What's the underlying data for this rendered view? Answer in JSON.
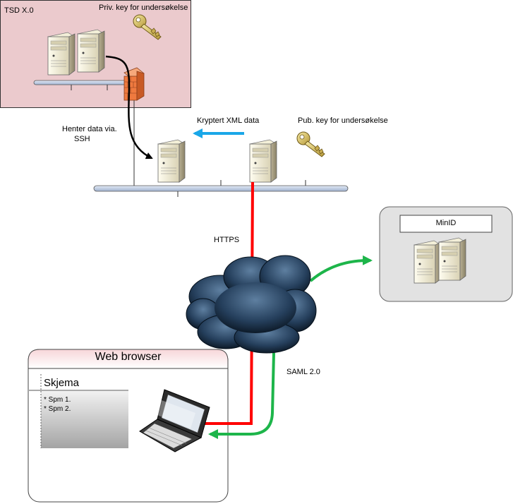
{
  "tsd": {
    "title": "TSD X.0",
    "private_key_label": "Priv. key for undersøkelse"
  },
  "ssh_label": {
    "line1": "Henter data via.",
    "line2": "SSH"
  },
  "xml_label": "Kryptert XML data",
  "public_key_label": "Pub. key for undersøkelse",
  "https_label": "HTTPS",
  "saml_label": "SAML 2.0",
  "minid": {
    "title": "MinID"
  },
  "browser": {
    "title": "Web browser",
    "form_title": "Skjema",
    "items": [
      "* Spm 1.",
      "* Spm 2."
    ]
  },
  "colors": {
    "tsd_zone": "#ebcacd",
    "minid_zone": "#e2e2e2",
    "bus": "#c5d2e6",
    "https_line": "#ff0000",
    "saml_line": "#1db54a",
    "xml_arrow": "#1aa7e8",
    "firewall": "#ef7a3f",
    "cloud": "#1b3a57"
  },
  "icons": [
    "server-icon",
    "key-icon",
    "firewall-icon",
    "cloud-icon",
    "laptop-icon"
  ]
}
